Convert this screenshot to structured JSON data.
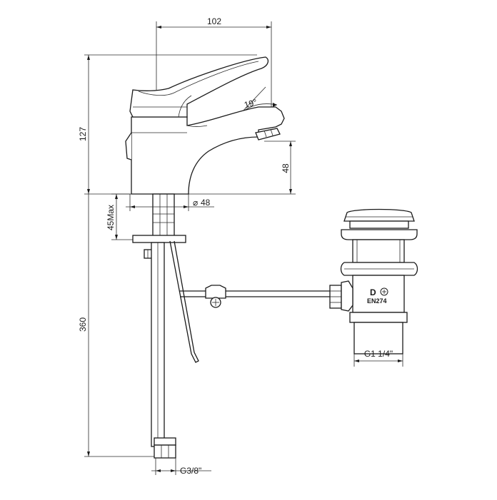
{
  "dimensions": {
    "width_top": "102",
    "height_total": "127",
    "spout_height": "48",
    "spout_angle": "19°",
    "base_diameter": "48",
    "diameter_symbol": "⌀",
    "deck_max": "45Max",
    "hose_length": "360",
    "hose_thread": "G3/8\"",
    "waste_thread": "G1 1/4\""
  },
  "markings": {
    "standard": "EN274",
    "brand_letter": "D"
  }
}
